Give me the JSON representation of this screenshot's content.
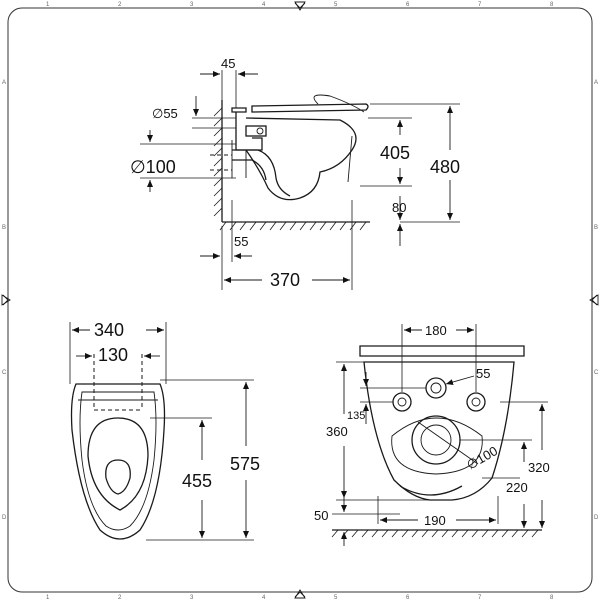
{
  "side_view": {
    "dims": {
      "d45": "45",
      "phi55": "∅55",
      "phi100": "∅100",
      "d405": "405",
      "d480": "480",
      "d80": "80",
      "d55": "55",
      "d370": "370"
    }
  },
  "top_view": {
    "dims": {
      "d340": "340",
      "d130": "130",
      "d455": "455",
      "d575": "575"
    }
  },
  "rear_view": {
    "dims": {
      "d180": "180",
      "d55": "55",
      "d135": "135",
      "d360": "360",
      "phi100": "∅100",
      "d320": "320",
      "d220": "220",
      "d50": "50",
      "d190": "190"
    }
  },
  "frame_labels": {
    "rows": [
      "A",
      "B",
      "C",
      "D"
    ],
    "cols": [
      "1",
      "2",
      "3",
      "4",
      "5",
      "6",
      "7",
      "8"
    ]
  }
}
